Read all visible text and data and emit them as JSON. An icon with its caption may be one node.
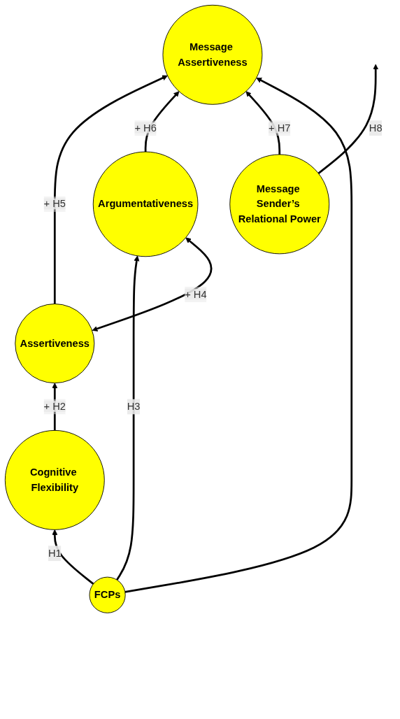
{
  "diagram": {
    "nodes": [
      {
        "text": [
          "FCPs"
        ]
      },
      {
        "text": [
          "Cognitive Flexibility"
        ]
      },
      {
        "text": [
          "Assertiveness"
        ]
      },
      {
        "text": [
          "Argumentativeness"
        ]
      },
      {
        "text": [
          "Message Assertiveness"
        ]
      },
      {
        "text": [
          "Message Sender’s Relational Power"
        ]
      }
    ],
    "edges": [
      {
        "from": 0,
        "to": 1,
        "arrow": "to",
        "label": "H1"
      },
      {
        "from": 1,
        "to": 2,
        "arrow": "to",
        "label": "+ H2"
      },
      {
        "from": 0,
        "to": 3,
        "arrow": "to",
        "label": "H3"
      },
      {
        "from": 2,
        "to": 3,
        "arrow": "both",
        "label": "+ H4"
      },
      {
        "from": 2,
        "to": 4,
        "arrow": "to",
        "label": "+ H5"
      },
      {
        "from": 3,
        "to": 4,
        "arrow": "to",
        "label": "+ H6"
      },
      {
        "from": 5,
        "to": 4,
        "arrow": "to",
        "label": "+ H7"
      },
      {
        "from": 0,
        "to": 4,
        "arrow": "to"
      },
      {
        "from": 5,
        "to": null,
        "arrow": "to",
        "label": "H8"
      }
    ]
  }
}
